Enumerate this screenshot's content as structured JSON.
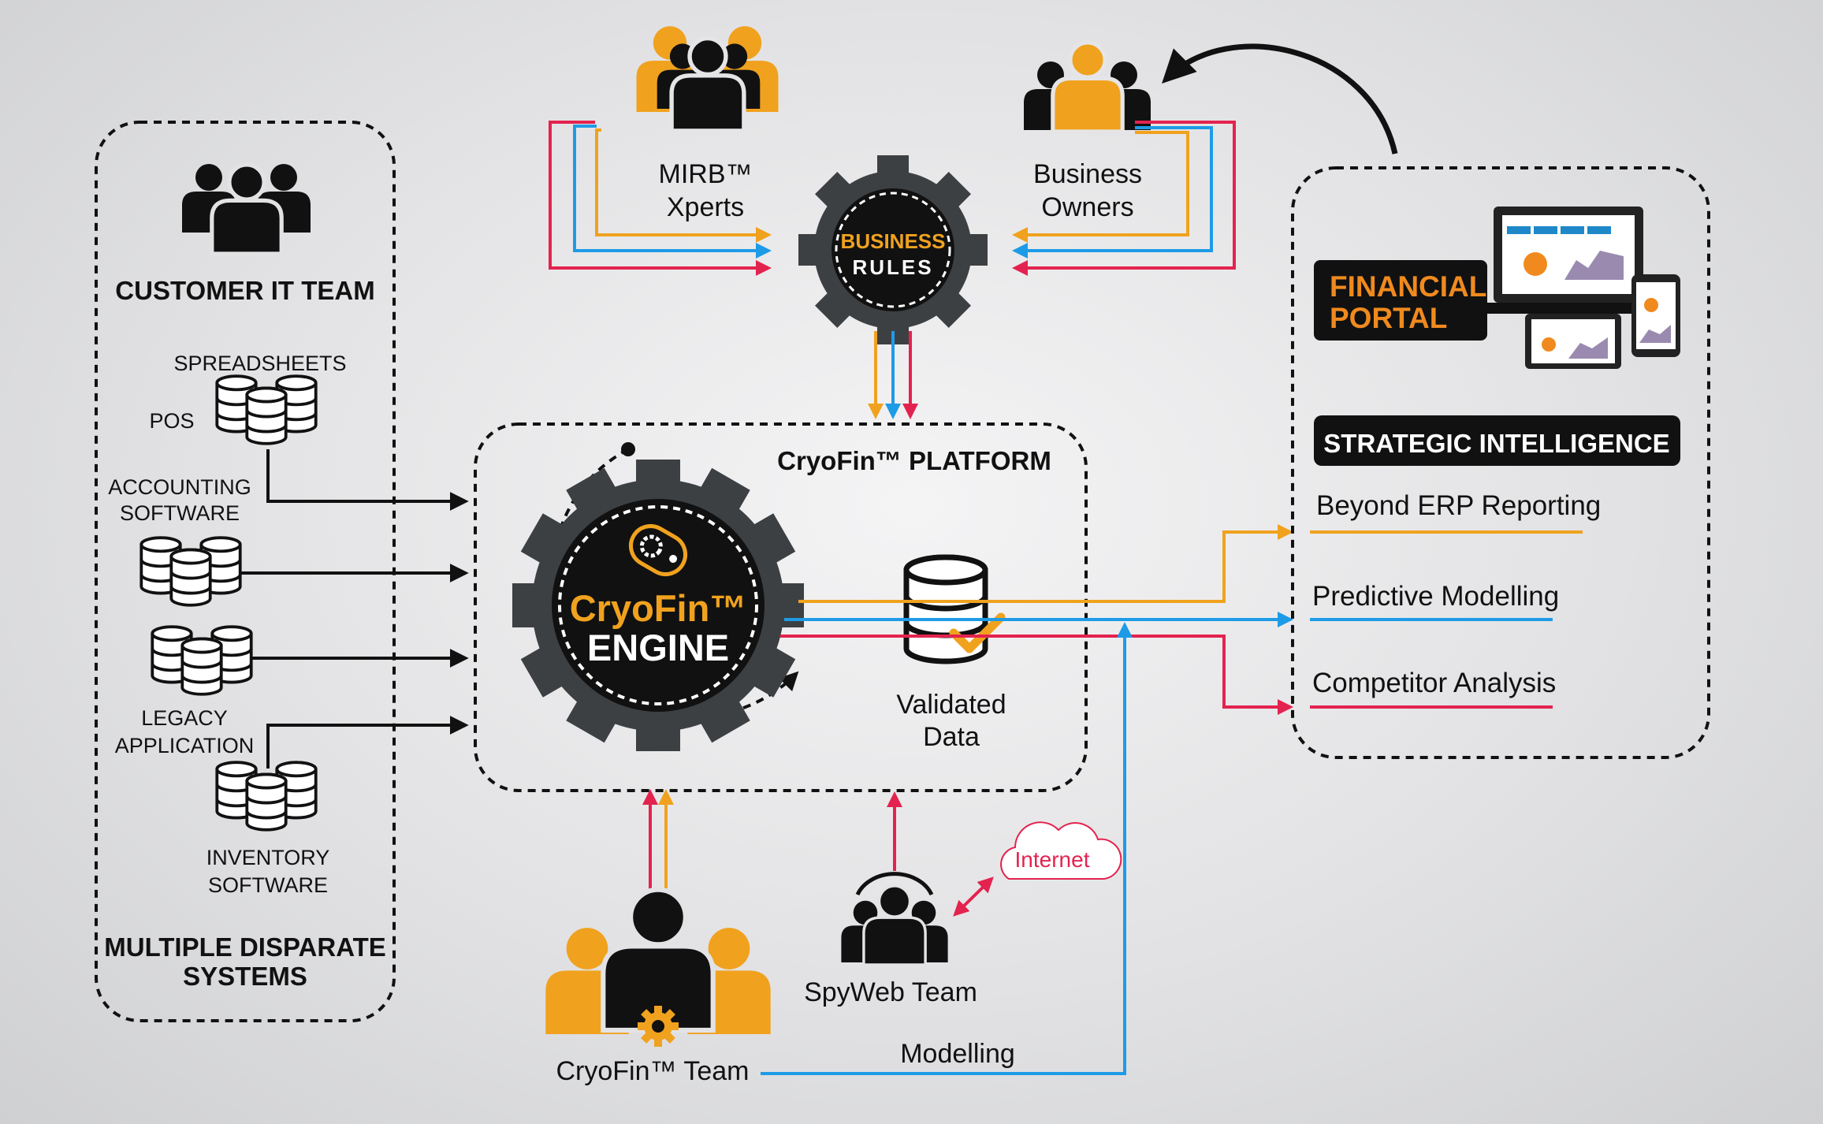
{
  "left_panel": {
    "team_title": "CUSTOMER IT TEAM",
    "spreadsheets": "SPREADSHEETS",
    "pos": "POS",
    "accounting_1": "ACCOUNTING",
    "accounting_2": "SOFTWARE",
    "legacy_1": "LEGACY",
    "legacy_2": "APPLICATION",
    "inventory_1": "INVENTORY",
    "inventory_2": "SOFTWARE",
    "footer_1": "MULTIPLE DISPARATE",
    "footer_2": "SYSTEMS"
  },
  "top": {
    "mirb_1": "MIRB™",
    "mirb_2": "Xperts",
    "owners_1": "Business",
    "owners_2": "Owners",
    "rules_1": "BUSINESS",
    "rules_2": "RULES"
  },
  "platform": {
    "title": "CryoFin™ PLATFORM",
    "engine_1": "CryoFin™",
    "engine_2": "ENGINE",
    "validated_1": "Validated",
    "validated_2": "Data"
  },
  "bottom": {
    "team": "CryoFin™ Team",
    "spyweb": "SpyWeb Team",
    "internet": "Internet",
    "modelling": "Modelling"
  },
  "right_panel": {
    "portal_1": "FINANCIAL",
    "portal_2": "PORTAL",
    "si_title": "STRATEGIC INTELLIGENCE",
    "item_1": "Beyond ERP Reporting",
    "item_2": "Predictive Modelling",
    "item_3": "Competitor Analysis"
  },
  "colors": {
    "orange": "#f0a21e",
    "blue": "#1e9be6",
    "red": "#e3234f",
    "dark": "#111111",
    "gear": "#3d4043"
  }
}
